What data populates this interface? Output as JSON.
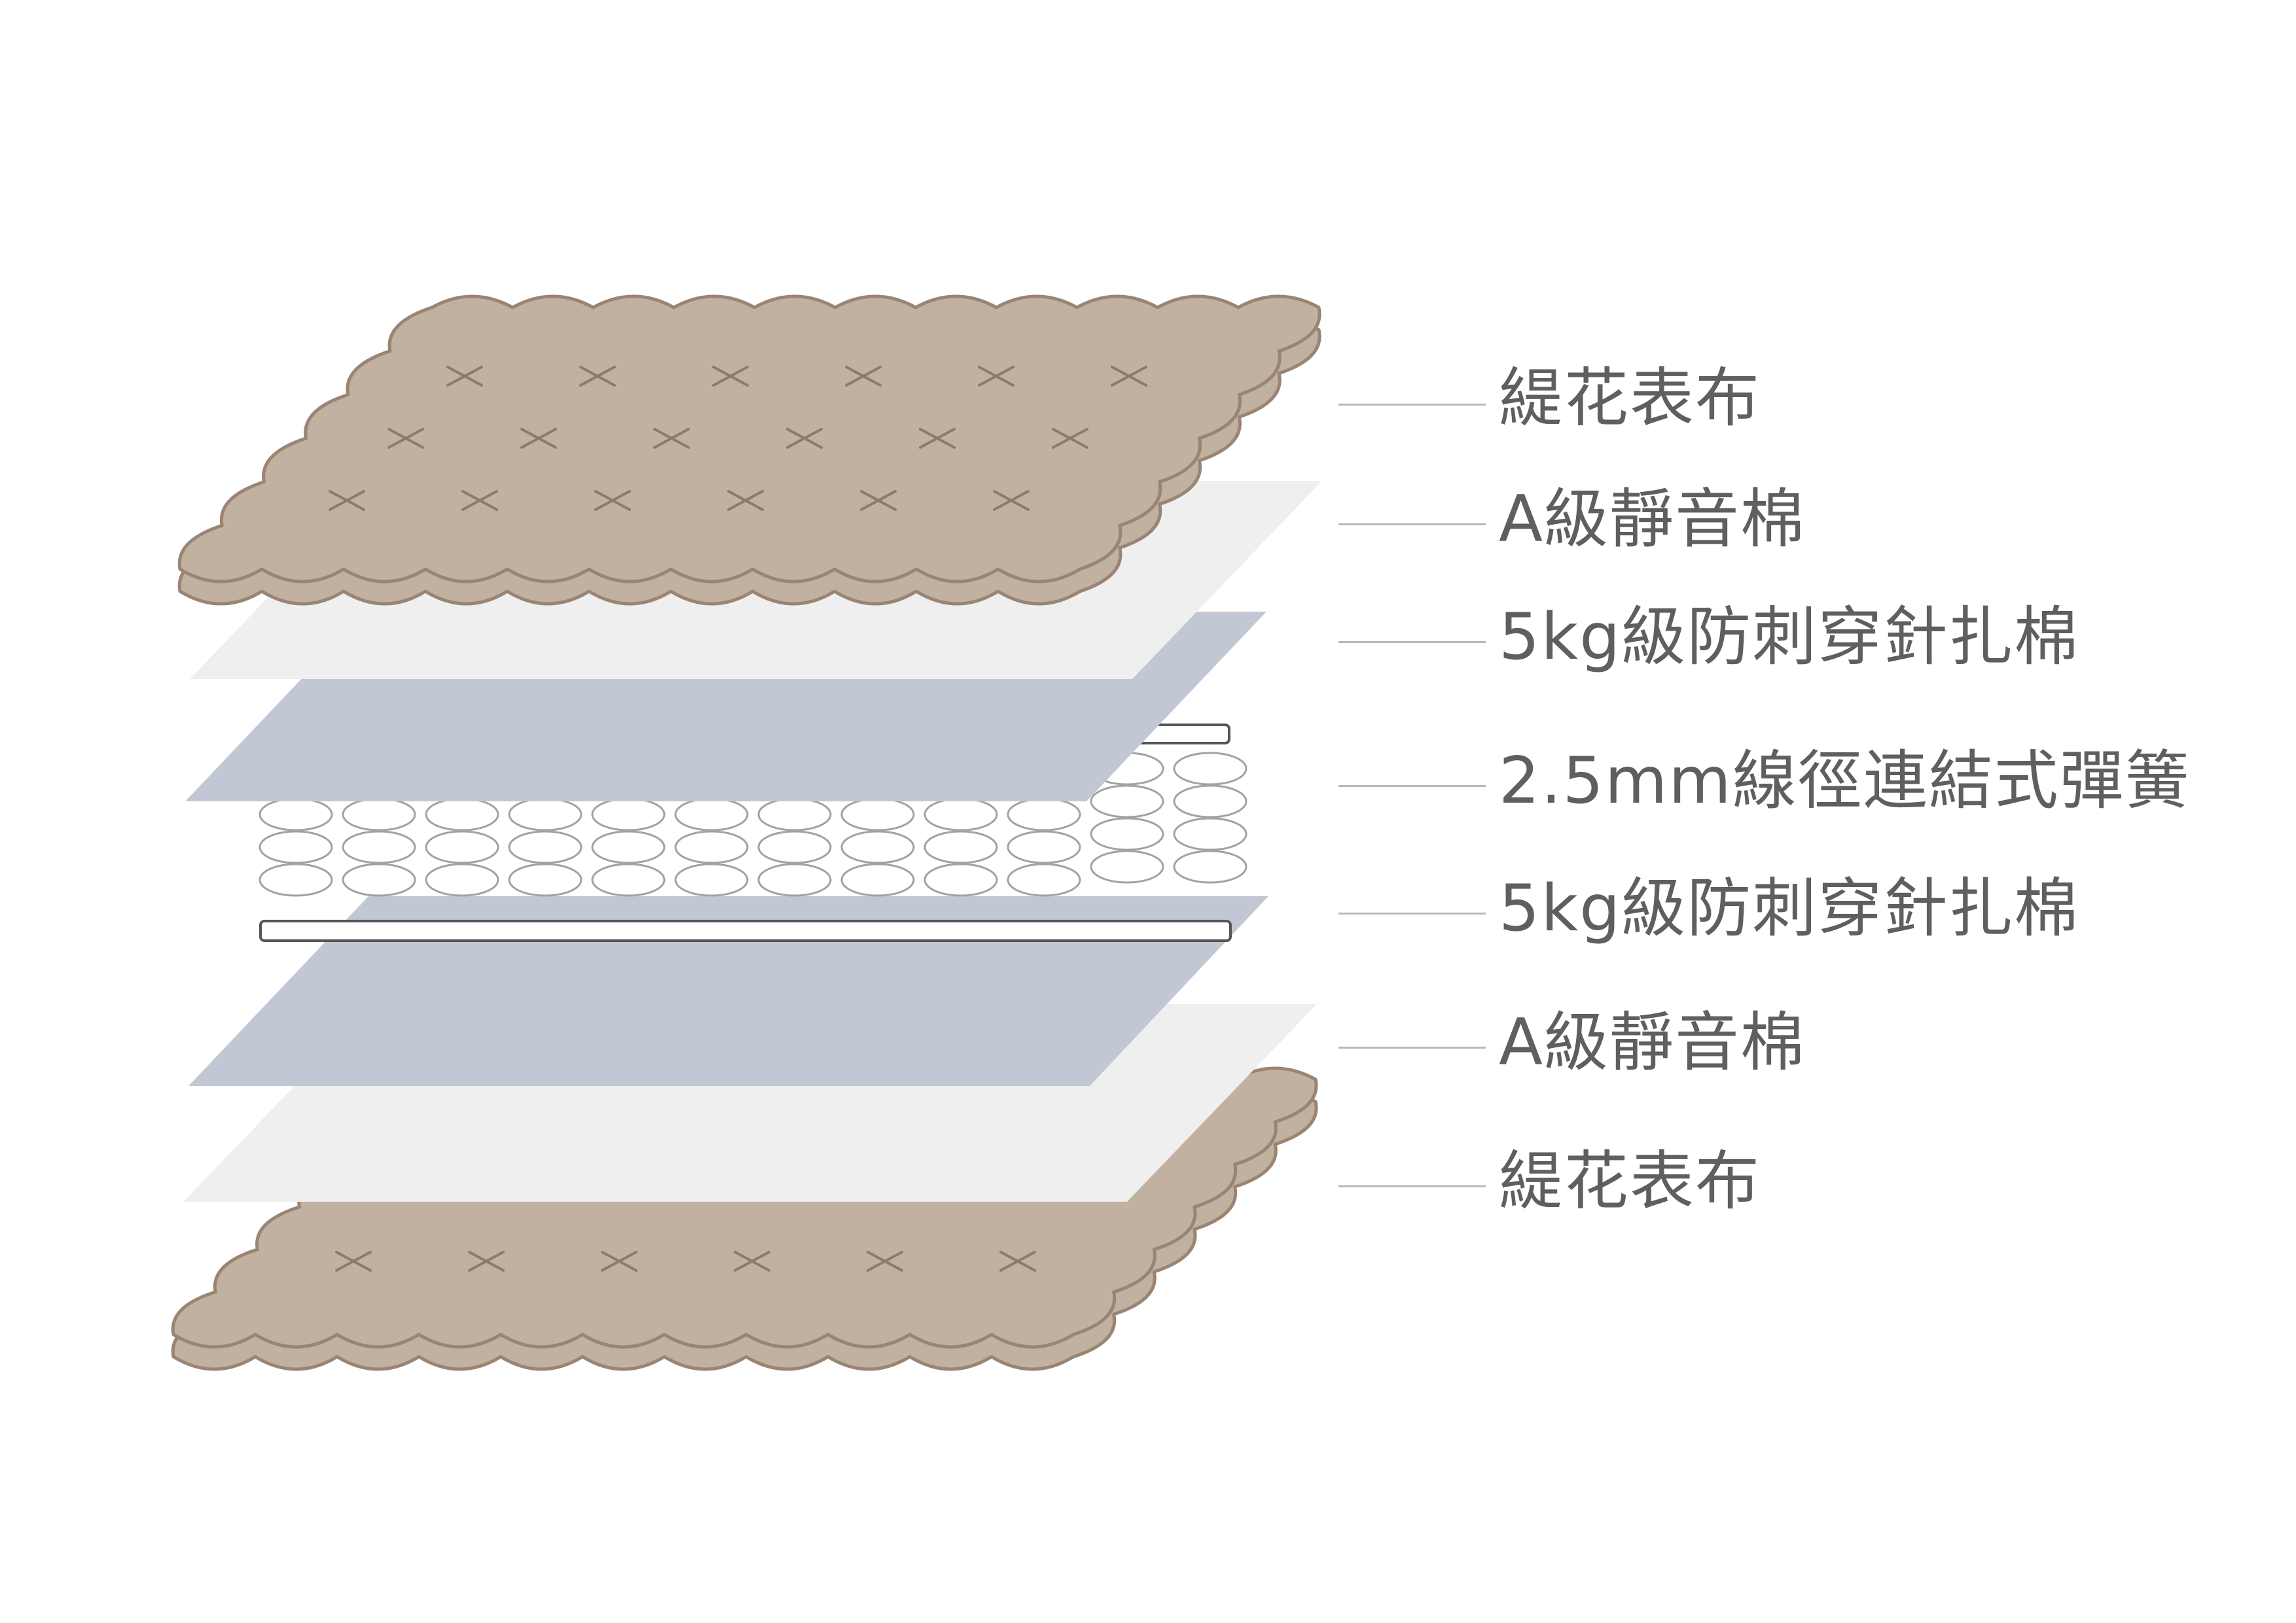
{
  "colors": {
    "fabric_fill": "#c0b1a1",
    "fabric_stroke": "#9a8474",
    "quilt_mark": "#8e7a6c",
    "foam_fill": "#efefef",
    "felt_fill": "#c1c8d4",
    "spring_stroke": "#a2a2a2",
    "frame_stroke": "#555555",
    "label_text": "#5f5f5f",
    "leader_line": "#b8b8b8",
    "background": "#ffffff"
  },
  "layers": [
    {
      "id": "top-fabric",
      "label": "緹花表布"
    },
    {
      "id": "top-silent-foam",
      "label": "A級靜音棉"
    },
    {
      "id": "top-felt",
      "label": "5kg級防刺穿針扎棉"
    },
    {
      "id": "spring-core",
      "label": "2.5mm線徑連結式彈簧"
    },
    {
      "id": "bottom-felt",
      "label": "5kg級防刺穿針扎棉"
    },
    {
      "id": "bottom-silent-foam",
      "label": "A級靜音棉"
    },
    {
      "id": "bottom-fabric",
      "label": "緹花表布"
    }
  ]
}
